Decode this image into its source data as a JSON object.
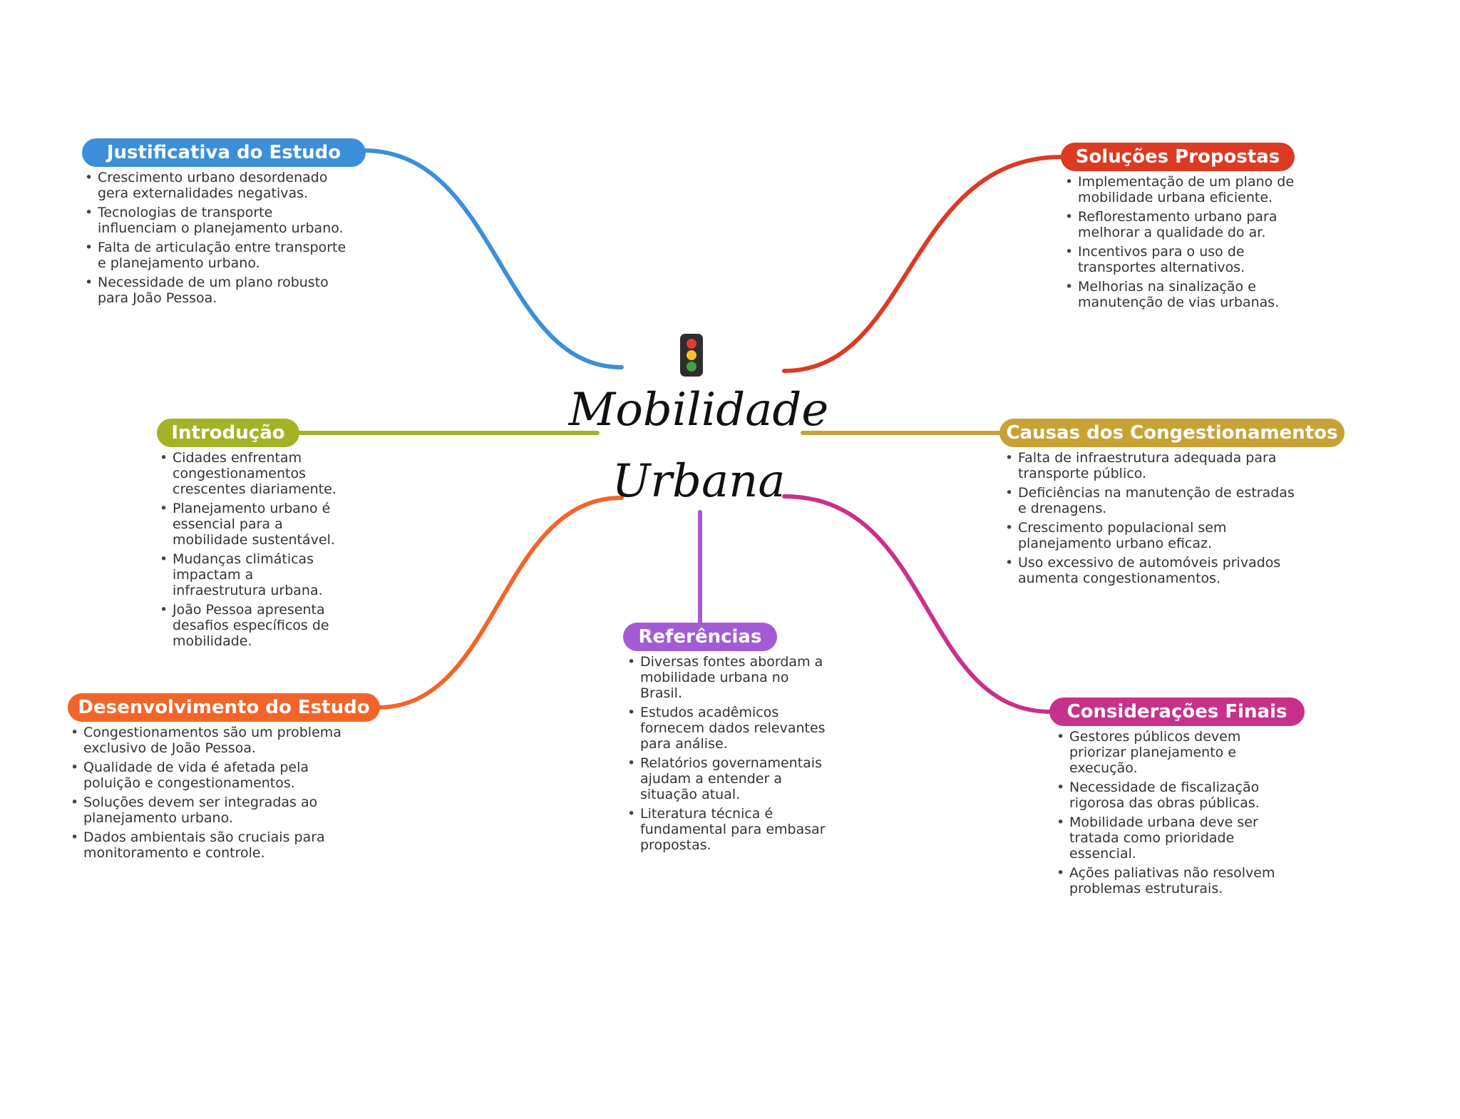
{
  "center": {
    "title_line1": "Mobilidade",
    "title_line2": "Urbana",
    "icon": "traffic-light-icon"
  },
  "colors": {
    "justificativa": "#3b8fd9",
    "introducao": "#a3b325",
    "desenvolvimento": "#f2652a",
    "referencias": "#a35bd4",
    "solucoes": "#dc3a22",
    "causas": "#c9a235",
    "consideracoes": "#c8318a"
  },
  "branches": {
    "justificativa": {
      "title": "Justificativa do Estudo",
      "items": [
        "Crescimento urbano desordenado gera externalidades negativas.",
        "Tecnologias de transporte influenciam o planejamento urbano.",
        "Falta de articulação entre transporte e planejamento urbano.",
        "Necessidade de um plano robusto para João Pessoa."
      ]
    },
    "introducao": {
      "title": "Introdução",
      "items": [
        "Cidades enfrentam congestionamentos crescentes diariamente.",
        "Planejamento urbano é essencial para a mobilidade sustentável.",
        "Mudanças climáticas impactam a infraestrutura urbana.",
        "João Pessoa apresenta desafios específicos de mobilidade."
      ]
    },
    "desenvolvimento": {
      "title": "Desenvolvimento do Estudo",
      "items": [
        "Congestionamentos são um problema exclusivo de João Pessoa.",
        "Qualidade de vida é afetada pela poluição e congestionamentos.",
        "Soluções devem ser integradas ao planejamento urbano.",
        "Dados ambientais são cruciais para monitoramento e controle."
      ]
    },
    "referencias": {
      "title": "Referências",
      "items": [
        "Diversas fontes abordam a mobilidade urbana no Brasil.",
        "Estudos acadêmicos fornecem dados relevantes para análise.",
        "Relatórios governamentais ajudam a entender a situação atual.",
        "Literatura técnica é fundamental para embasar propostas."
      ]
    },
    "solucoes": {
      "title": "Soluções Propostas",
      "items": [
        "Implementação de um plano de mobilidade urbana eficiente.",
        "Reflorestamento urbano para melhorar a qualidade do ar.",
        "Incentivos para o uso de transportes alternativos.",
        "Melhorias na sinalização e manutenção de vias urbanas."
      ]
    },
    "causas": {
      "title": "Causas dos Congestionamentos",
      "items": [
        "Falta de infraestrutura adequada para transporte público.",
        "Deficiências na manutenção de estradas e drenagens.",
        "Crescimento populacional sem planejamento urbano eficaz.",
        "Uso excessivo de automóveis privados aumenta congestionamentos."
      ]
    },
    "consideracoes": {
      "title": "Considerações Finais",
      "items": [
        "Gestores públicos devem priorizar planejamento e execução.",
        "Necessidade de fiscalização rigorosa das obras públicas.",
        "Mobilidade urbana deve ser tratada como prioridade essencial.",
        "Ações paliativas não resolvem problemas estruturais."
      ]
    }
  }
}
